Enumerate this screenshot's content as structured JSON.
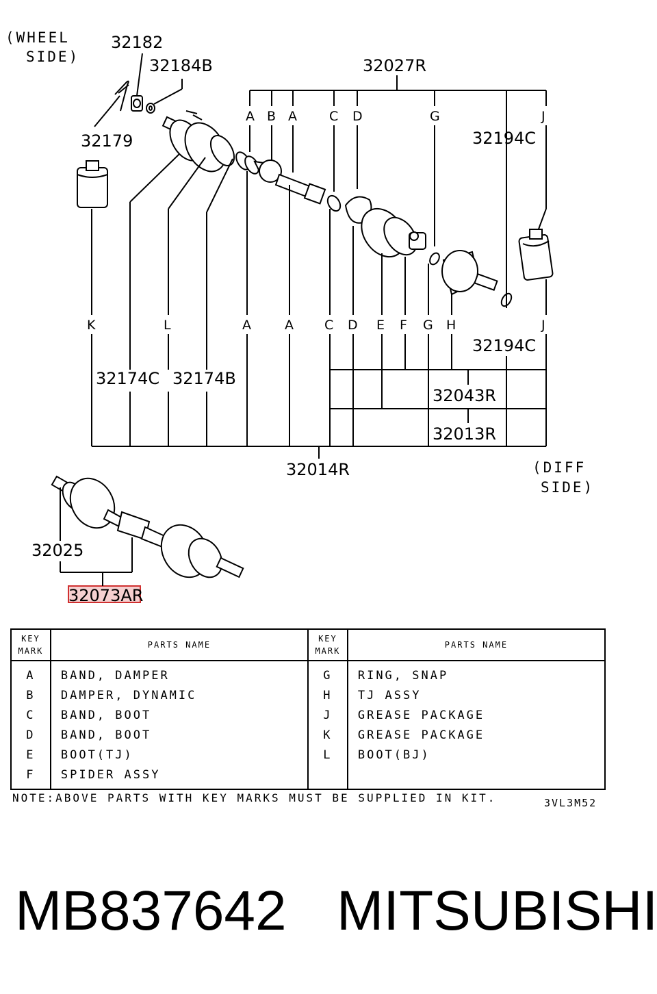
{
  "side_labels": {
    "wheel": [
      "(WHEEL",
      "SIDE)"
    ],
    "diff": [
      "(DIFF",
      "SIDE)"
    ]
  },
  "part_numbers": {
    "p32182": "32182",
    "p32184b": "32184B",
    "p32179": "32179",
    "p32027r": "32027R",
    "p32194c_top": "32194C",
    "p32194c_bottom": "32194C",
    "p32174c": "32174C",
    "p32174b": "32174B",
    "p32043r": "32043R",
    "p32013r": "32013R",
    "p32014r": "32014R",
    "p32025": "32025",
    "p32073ar": "32073AR"
  },
  "callout_marks": {
    "top": [
      "A",
      "B",
      "A",
      "C",
      "D",
      "G",
      "J"
    ],
    "bottom": [
      "K",
      "L",
      "A",
      "A",
      "C",
      "D",
      "E",
      "F",
      "G",
      "H",
      "J"
    ]
  },
  "table": {
    "header_key": [
      "KEY",
      "MARK"
    ],
    "header_name": "PARTS NAME",
    "left_rows": [
      {
        "key": "A",
        "name": "BAND, DAMPER"
      },
      {
        "key": "B",
        "name": "DAMPER, DYNAMIC"
      },
      {
        "key": "C",
        "name": "BAND, BOOT"
      },
      {
        "key": "D",
        "name": "BAND, BOOT"
      },
      {
        "key": "E",
        "name": "BOOT(TJ)"
      },
      {
        "key": "F",
        "name": "SPIDER ASSY"
      }
    ],
    "right_rows": [
      {
        "key": "G",
        "name": "RING, SNAP"
      },
      {
        "key": "H",
        "name": "TJ ASSY"
      },
      {
        "key": "J",
        "name": "GREASE PACKAGE"
      },
      {
        "key": "K",
        "name": "GREASE PACKAGE"
      },
      {
        "key": "L",
        "name": "BOOT(BJ)"
      },
      {
        "key": "",
        "name": ""
      }
    ]
  },
  "note": "NOTE:ABOVE PARTS WITH KEY MARKS MUST BE SUPPLIED IN KIT.",
  "diagram_code": "3VL3M52",
  "footer": {
    "part_number": "MB837642",
    "brand": "MITSUBISHI"
  },
  "highlight_color": "#d03030"
}
